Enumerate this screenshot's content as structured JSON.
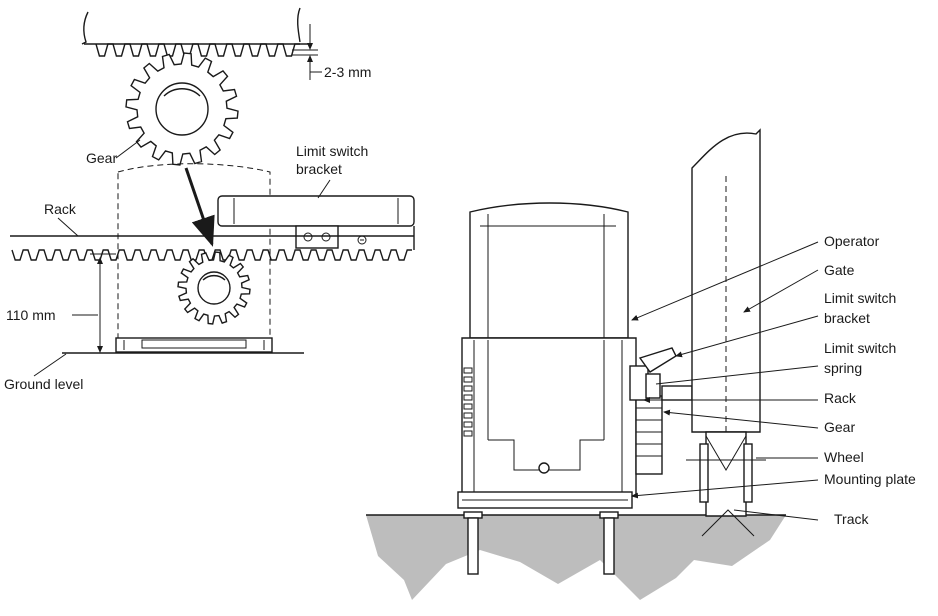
{
  "left_view": {
    "clearance_label": "2-3 mm",
    "gear_label": "Gear",
    "bracket_label_line1": "Limit switch",
    "bracket_label_line2": "bracket",
    "rack_label": "Rack",
    "height_label": "110 mm",
    "ground_label": "Ground level"
  },
  "right_view": {
    "labels": {
      "operator": "Operator",
      "gate": "Gate",
      "bracket_line1": "Limit switch",
      "bracket_line2": "bracket",
      "spring_line1": "Limit switch",
      "spring_line2": "spring",
      "rack": "Rack",
      "gear": "Gear",
      "wheel": "Wheel",
      "mounting_plate": "Mounting plate",
      "track": "Track"
    }
  }
}
